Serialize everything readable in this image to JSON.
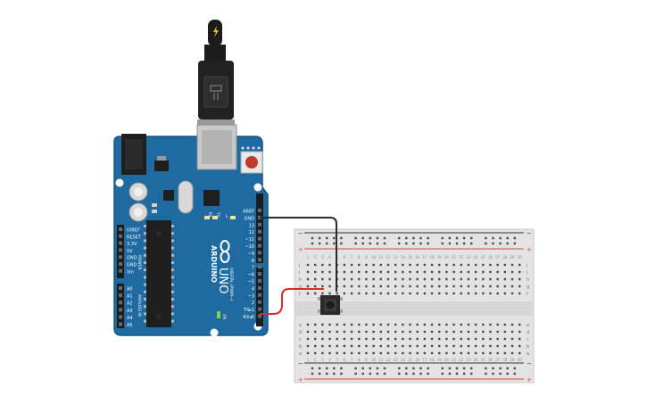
{
  "board": {
    "logo": "ARDUINO",
    "model": "UNO",
    "on_label": "ON",
    "tx_label": "TX",
    "rx_label": "RX",
    "l_label": "L",
    "digital_label": "DIGITAL (PWM~)",
    "power_label": "POWER",
    "analog_label": "ANALOG IN",
    "power_pins": [
      "IOREF",
      "RESET",
      "3.3V",
      "5V",
      "GND",
      "GND",
      "Vin"
    ],
    "analog_pins": [
      "A0",
      "A1",
      "A2",
      "A3",
      "A4",
      "A5"
    ],
    "digital_pins": [
      "AREF",
      "GND",
      "13",
      "12",
      "~11",
      "~10",
      "~9",
      "8",
      "7",
      "~6",
      "~5",
      "4",
      "~3",
      "2",
      "TX▸1",
      "RX◂0"
    ]
  },
  "breadboard": {
    "row_letters_top": [
      "j",
      "i",
      "h",
      "g",
      "f"
    ],
    "row_letters_bottom": [
      "e",
      "d",
      "c",
      "b",
      "a"
    ],
    "columns": 30,
    "rail_plus": "+",
    "rail_minus": "−"
  },
  "colors": {
    "board": "#1e6aa1",
    "board_edge": "#155484",
    "wire_gnd": "#2b2b2b",
    "wire_signal": "#d62b2b",
    "rail_red": "#d9473c",
    "rail_dark": "#333333"
  },
  "icons": [
    "usb-cable-icon",
    "lightning-icon",
    "reset-button-icon",
    "pushbutton-icon"
  ]
}
